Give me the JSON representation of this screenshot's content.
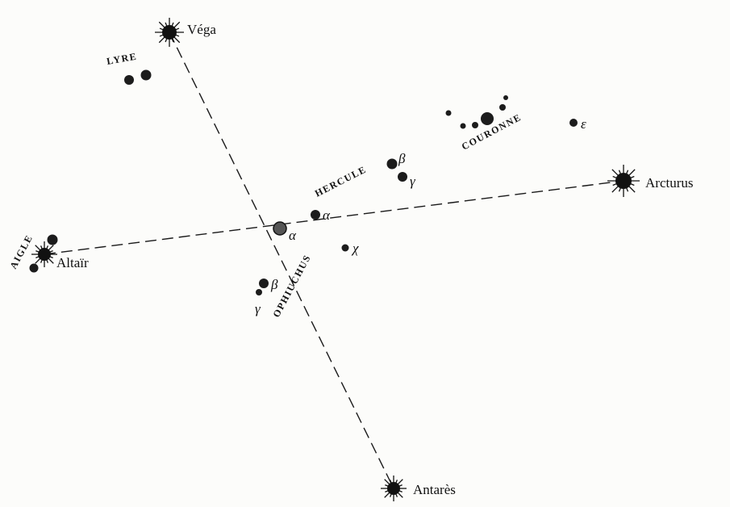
{
  "stars": {
    "vega": "Véga",
    "arcturus": "Arcturus",
    "altair": "Altaïr",
    "antares": "Antarès"
  },
  "constellations": {
    "lyre": "LYRE",
    "hercule": "HERCULE",
    "couronne": "COURONNE",
    "aigle": "AIGLE",
    "ophiuchus": "OPHIUCHUS"
  },
  "greek": {
    "alpha_hercule": "α",
    "alpha_ophiuchus": "α",
    "beta_hercule": "β",
    "gamma_hercule": "γ",
    "epsilon_couronne": "ε",
    "kappa_ophiuchus": "χ",
    "beta_ophiuchus": "β",
    "gamma_ophiuchus": "γ"
  },
  "colors": {
    "ink": "#111111",
    "paper": "#fcfcfa"
  }
}
